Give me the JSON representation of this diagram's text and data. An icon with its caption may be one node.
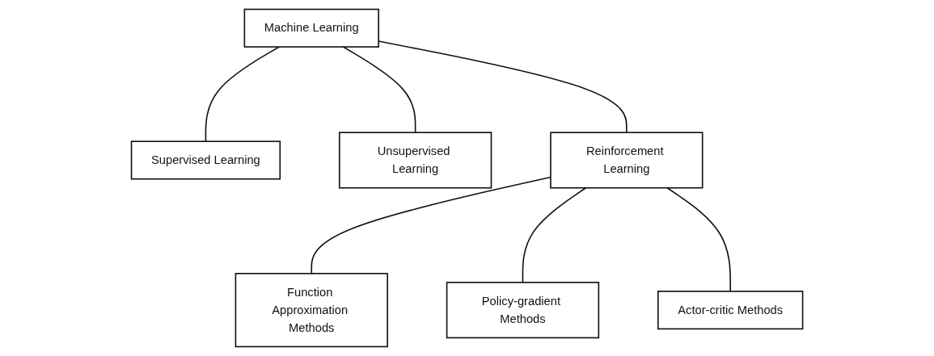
{
  "diagram": {
    "nodes": [
      {
        "text": [
          "Machine Learning"
        ]
      },
      {
        "text": [
          "Supervised Learning"
        ]
      },
      {
        "text": [
          "Unsupervised Learning"
        ]
      },
      {
        "text": [
          "Reinforcement Learning"
        ]
      },
      {
        "text": [
          "Function Approximation Methods"
        ]
      },
      {
        "text": [
          "Policy-gradient Methods"
        ]
      },
      {
        "text": [
          "Actor-critic Methods"
        ]
      }
    ],
    "edges": [
      {
        "from": 0,
        "to": 1,
        "arrow": "none"
      },
      {
        "from": 0,
        "to": 2,
        "arrow": "none"
      },
      {
        "from": 0,
        "to": 3,
        "arrow": "none"
      },
      {
        "from": 3,
        "to": 4,
        "arrow": "none"
      },
      {
        "from": 3,
        "to": 5,
        "arrow": "none"
      },
      {
        "from": 3,
        "to": 6,
        "arrow": "none"
      }
    ]
  }
}
